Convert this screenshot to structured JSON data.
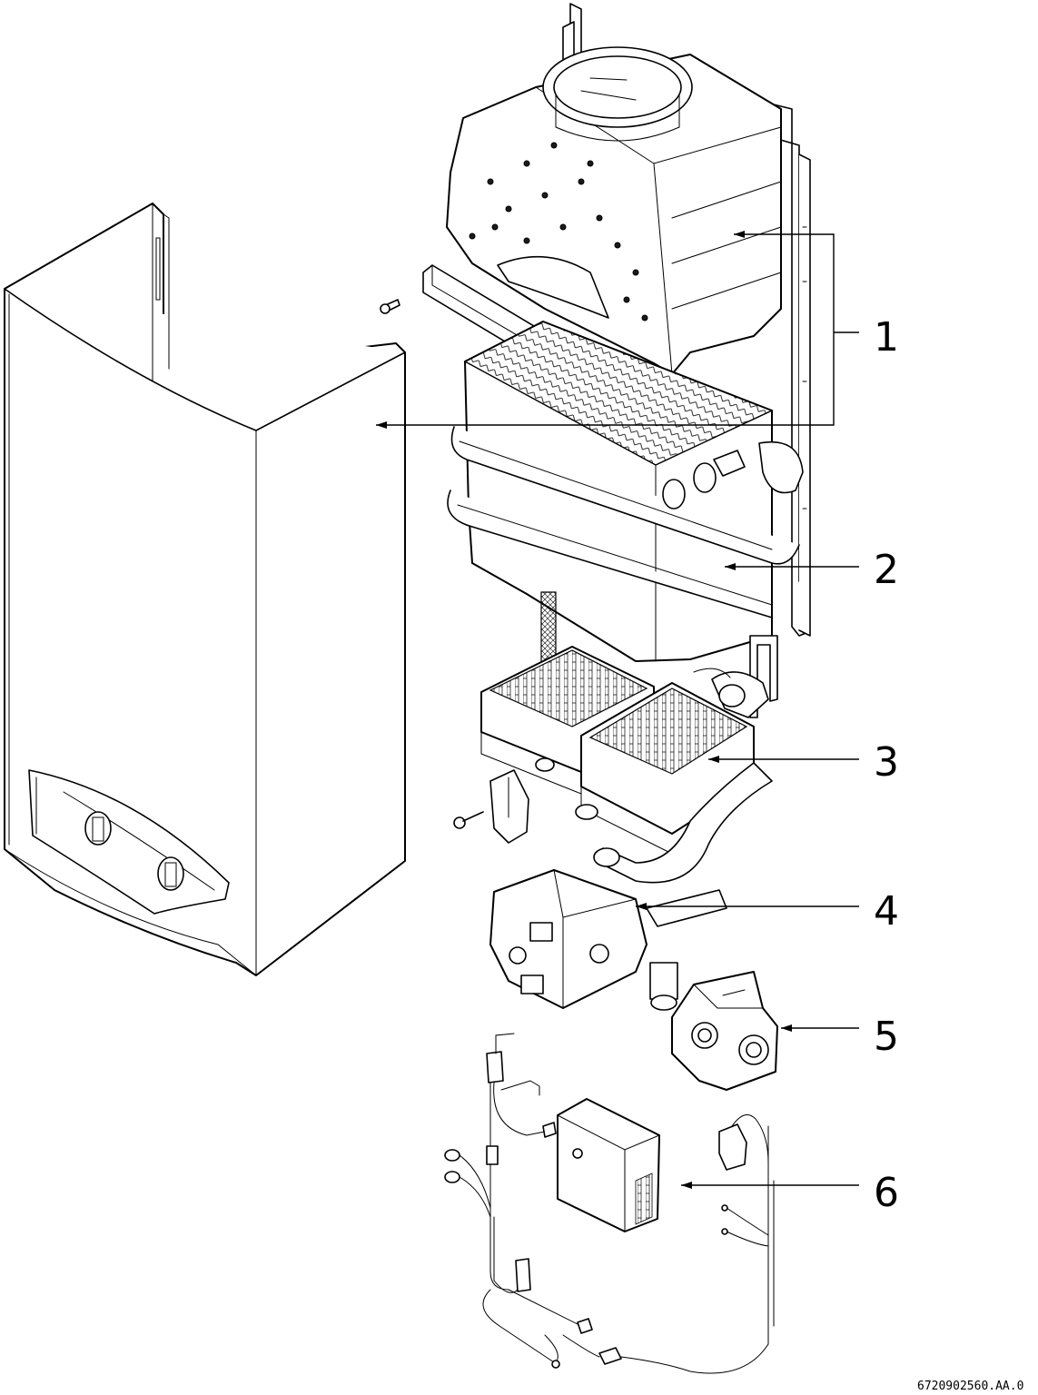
{
  "callouts": [
    {
      "label": "1"
    },
    {
      "label": "2"
    },
    {
      "label": "3"
    },
    {
      "label": "4"
    },
    {
      "label": "5"
    },
    {
      "label": "6"
    }
  ],
  "reference_code": "6720902560.AA.0",
  "colors": {
    "line": "#000000",
    "background": "#ffffff"
  }
}
